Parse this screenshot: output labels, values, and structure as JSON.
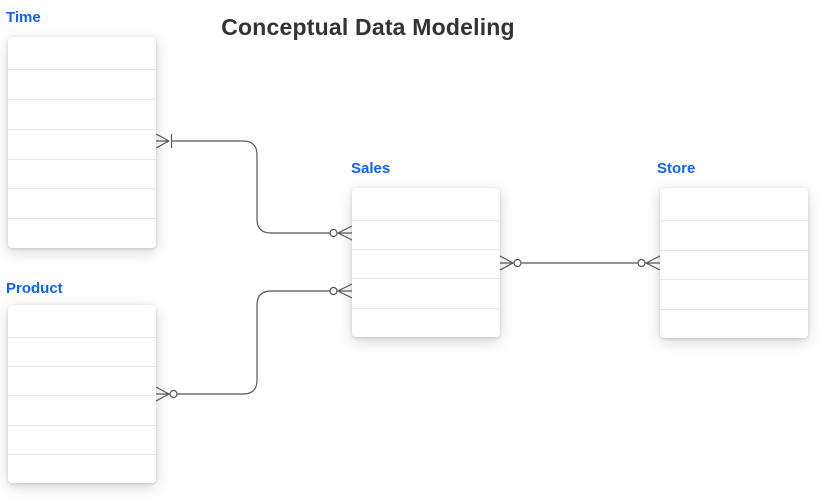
{
  "title": "Conceptual Data Modeling",
  "colors": {
    "entity_label": "#0f62fe",
    "title": "#333333",
    "connector": "#565656",
    "row_divider": "#e6e6e6",
    "entity_background": "#ffffff",
    "canvas_background": "#ffffff"
  },
  "entities": [
    {
      "id": "time",
      "name": "Time",
      "rows": 7
    },
    {
      "id": "product",
      "name": "Product",
      "rows": 6
    },
    {
      "id": "sales",
      "name": "Sales",
      "rows": 5
    },
    {
      "id": "store",
      "name": "Store",
      "rows": 5
    }
  ],
  "relationships": [
    {
      "from": "Time",
      "to": "Sales",
      "from_cardinality": "one-or-many",
      "to_cardinality": "zero-or-many",
      "notation": "crow-foot"
    },
    {
      "from": "Product",
      "to": "Sales",
      "from_cardinality": "zero-or-many",
      "to_cardinality": "zero-or-many",
      "notation": "crow-foot"
    },
    {
      "from": "Sales",
      "to": "Store",
      "from_cardinality": "zero-or-many",
      "to_cardinality": "zero-or-many",
      "notation": "crow-foot"
    }
  ]
}
